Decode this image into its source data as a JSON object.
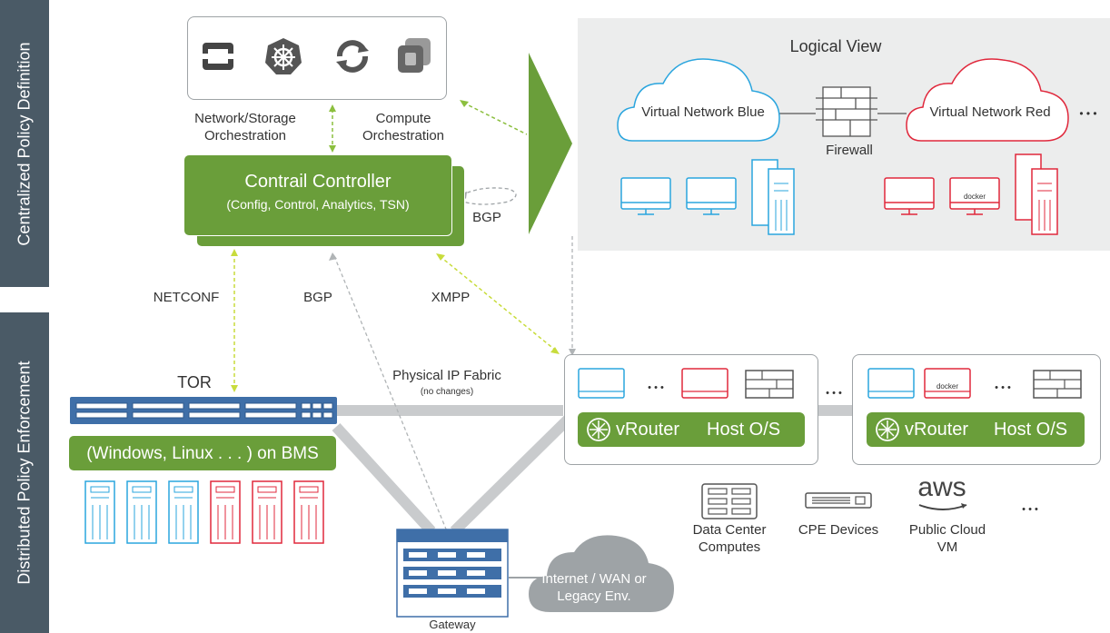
{
  "sidebar": {
    "top_label": "Centralized Policy Definition",
    "bottom_label": "Distributed Policy Enforcement"
  },
  "orchestration": {
    "network_storage_label": "Network/Storage Orchestration",
    "compute_label": "Compute Orchestration",
    "icons": [
      "openstack-icon",
      "kubernetes-icon",
      "sync-icon",
      "vmware-icon"
    ]
  },
  "controller": {
    "title": "Contrail Controller",
    "subtitle": "(Config, Control, Analytics, TSN)",
    "bgp_loop_label": "BGP"
  },
  "links": {
    "netconf": "NETCONF",
    "bgp": "BGP",
    "xmpp": "XMPP"
  },
  "logical_view": {
    "title": "Logical View",
    "blue_network": "Virtual Network Blue",
    "red_network": "Virtual Network Red",
    "firewall": "Firewall",
    "more": "• • •"
  },
  "tor": {
    "label": "TOR",
    "bms_label": "(Windows, Linux . . . ) on BMS"
  },
  "fabric": {
    "title": "Physical IP Fabric",
    "subtitle": "(no changes)"
  },
  "hosts": [
    {
      "vrouter": "vRouter",
      "host_os": "Host O/S",
      "dots": "• • •"
    },
    {
      "vrouter": "vRouter",
      "host_os": "Host O/S",
      "dots": "• • •"
    }
  ],
  "between_hosts_dots": "• • •",
  "gateway": {
    "label": "Gateway",
    "cloud_label": "Internet / WAN or Legacy Env."
  },
  "endpoints": {
    "data_center": "Data Center Computes",
    "cpe": "CPE Devices",
    "aws_logo": "aws",
    "public_cloud": "Public Cloud VM",
    "more": "• • •"
  },
  "colors": {
    "green": "#6a9e3a",
    "blue": "#2aa5de",
    "red": "#e0283c",
    "band": "#4a5a66",
    "grey": "#eceded"
  }
}
